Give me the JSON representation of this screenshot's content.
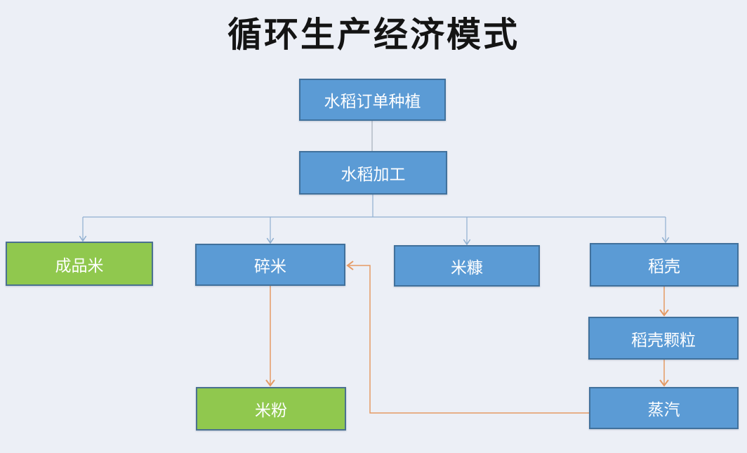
{
  "title": "循环生产经济模式",
  "colors": {
    "bg": "#eceff6",
    "blue_fill": "#5b9bd5",
    "blue_border": "#41719c",
    "green_fill": "#90c84e",
    "green_border": "#4a7190",
    "line_gray": "#a5aeba",
    "line_blue": "#8fafd0",
    "line_orange": "#e59a64",
    "node_text": "#ffffff",
    "title_color": "#141414"
  },
  "nodes": [
    {
      "id": "rice-order-planting",
      "label": "水稻订单种植",
      "color": "blue"
    },
    {
      "id": "rice-processing",
      "label": "水稻加工",
      "color": "blue"
    },
    {
      "id": "finished-rice",
      "label": "成品米",
      "color": "green"
    },
    {
      "id": "broken-rice",
      "label": "碎米",
      "color": "blue"
    },
    {
      "id": "rice-bran",
      "label": "米糠",
      "color": "blue"
    },
    {
      "id": "rice-husk",
      "label": "稻壳",
      "color": "blue"
    },
    {
      "id": "rice-husk-pellets",
      "label": "稻壳颗粒",
      "color": "blue"
    },
    {
      "id": "steam",
      "label": "蒸汽",
      "color": "blue"
    },
    {
      "id": "rice-noodles",
      "label": "米粉",
      "color": "green"
    }
  ],
  "edges": [
    {
      "from": "水稻订单种植",
      "to": "水稻加工",
      "color": "gray",
      "arrow": false
    },
    {
      "from": "水稻加工",
      "to": "成品米",
      "color": "blue",
      "arrow": true
    },
    {
      "from": "水稻加工",
      "to": "碎米",
      "color": "blue",
      "arrow": true
    },
    {
      "from": "水稻加工",
      "to": "米糠",
      "color": "blue",
      "arrow": true
    },
    {
      "from": "水稻加工",
      "to": "稻壳",
      "color": "blue",
      "arrow": true
    },
    {
      "from": "碎米",
      "to": "米粉",
      "color": "orange",
      "arrow": true
    },
    {
      "from": "稻壳",
      "to": "稻壳颗粒",
      "color": "orange",
      "arrow": true
    },
    {
      "from": "稻壳颗粒",
      "to": "蒸汽",
      "color": "orange",
      "arrow": true
    },
    {
      "from": "蒸汽",
      "to": "碎米",
      "color": "orange",
      "arrow": true
    }
  ]
}
